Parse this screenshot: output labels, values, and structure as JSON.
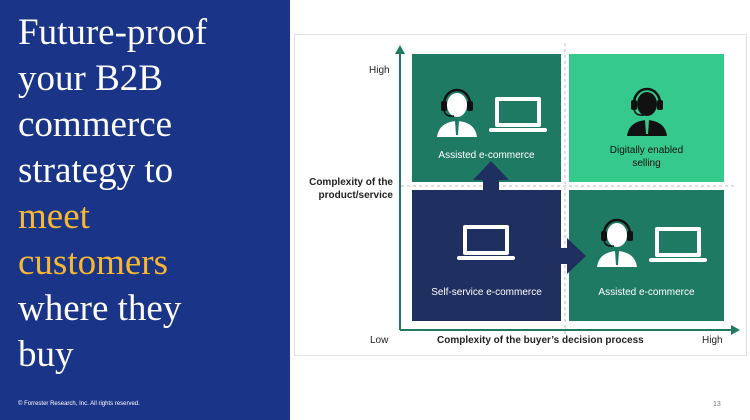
{
  "title": {
    "line1": "Future-proof",
    "line2": "your B2B",
    "line3": "commerce",
    "line4": "strategy to",
    "line5": "meet",
    "line6": "customers",
    "line7": "where they",
    "line8": "buy"
  },
  "footer": {
    "copyright": "© Forrester Research, Inc. All rights reserved.",
    "page_number": "13"
  },
  "diagram": {
    "y_axis": {
      "label_line1": "Complexity of the",
      "label_line2": "product/service",
      "high": "High"
    },
    "x_axis": {
      "label": "Complexity of the buyer’s decision process",
      "low": "Low",
      "high": "High"
    },
    "quadrants": {
      "top_left": {
        "label": "Assisted e-commerce",
        "color": "#1f7a63",
        "icons": [
          "person-headset-icon",
          "laptop-icon"
        ]
      },
      "top_right": {
        "label_line1": "Digitally enabled",
        "label_line2": "selling",
        "color": "#36c98d",
        "icons": [
          "person-headset-icon"
        ]
      },
      "bottom_left": {
        "label": "Self-service e-commerce",
        "color": "#1f2f5f",
        "icons": [
          "laptop-icon"
        ]
      },
      "bottom_right": {
        "label": "Assisted e-commerce",
        "color": "#1f7a63",
        "icons": [
          "person-headset-icon",
          "laptop-icon"
        ]
      }
    },
    "axis_color": "#1f7a63"
  }
}
